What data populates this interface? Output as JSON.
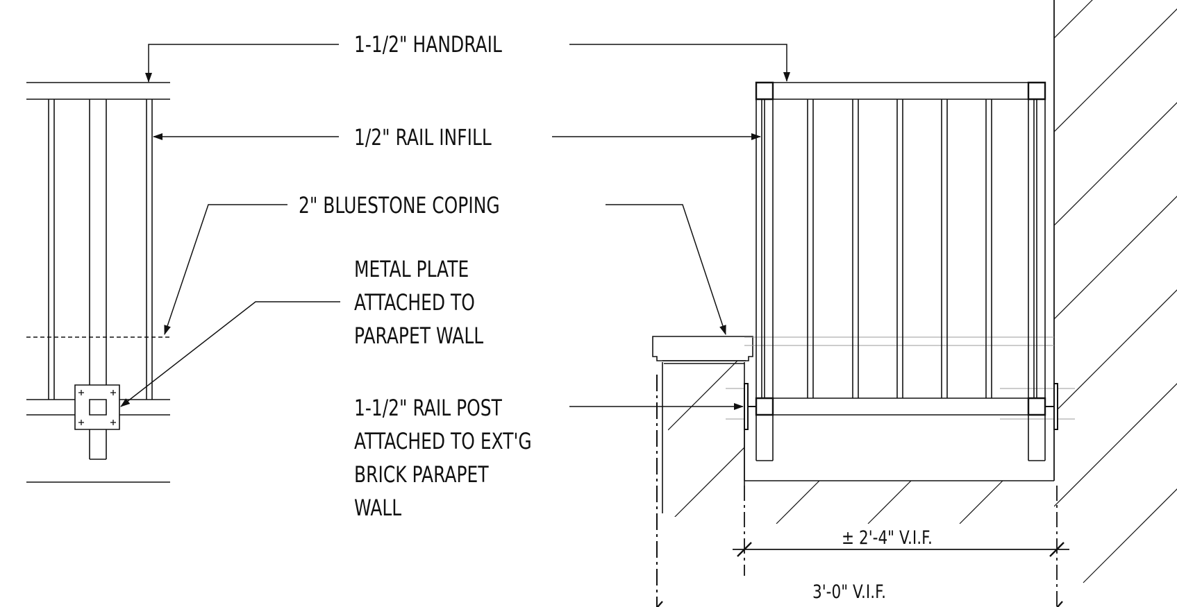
{
  "labels": {
    "handrail": "1-1/2\" HANDRAIL",
    "infill": "1/2\" RAIL INFILL",
    "coping": "2\" BLUESTONE COPING",
    "plate": [
      "METAL PLATE",
      "ATTACHED TO",
      "PARAPET WALL"
    ],
    "post": [
      "1-1/2\" RAIL POST",
      "ATTACHED TO EXT'G",
      "BRICK PARAPET",
      "WALL"
    ]
  },
  "dimensions": {
    "inner": "± 2'-4\" V.I.F.",
    "outer": "3'-0\" V.I.F."
  },
  "colors": {
    "line": "#111111",
    "light": "#9a9a9a",
    "background": "#ffffff"
  }
}
